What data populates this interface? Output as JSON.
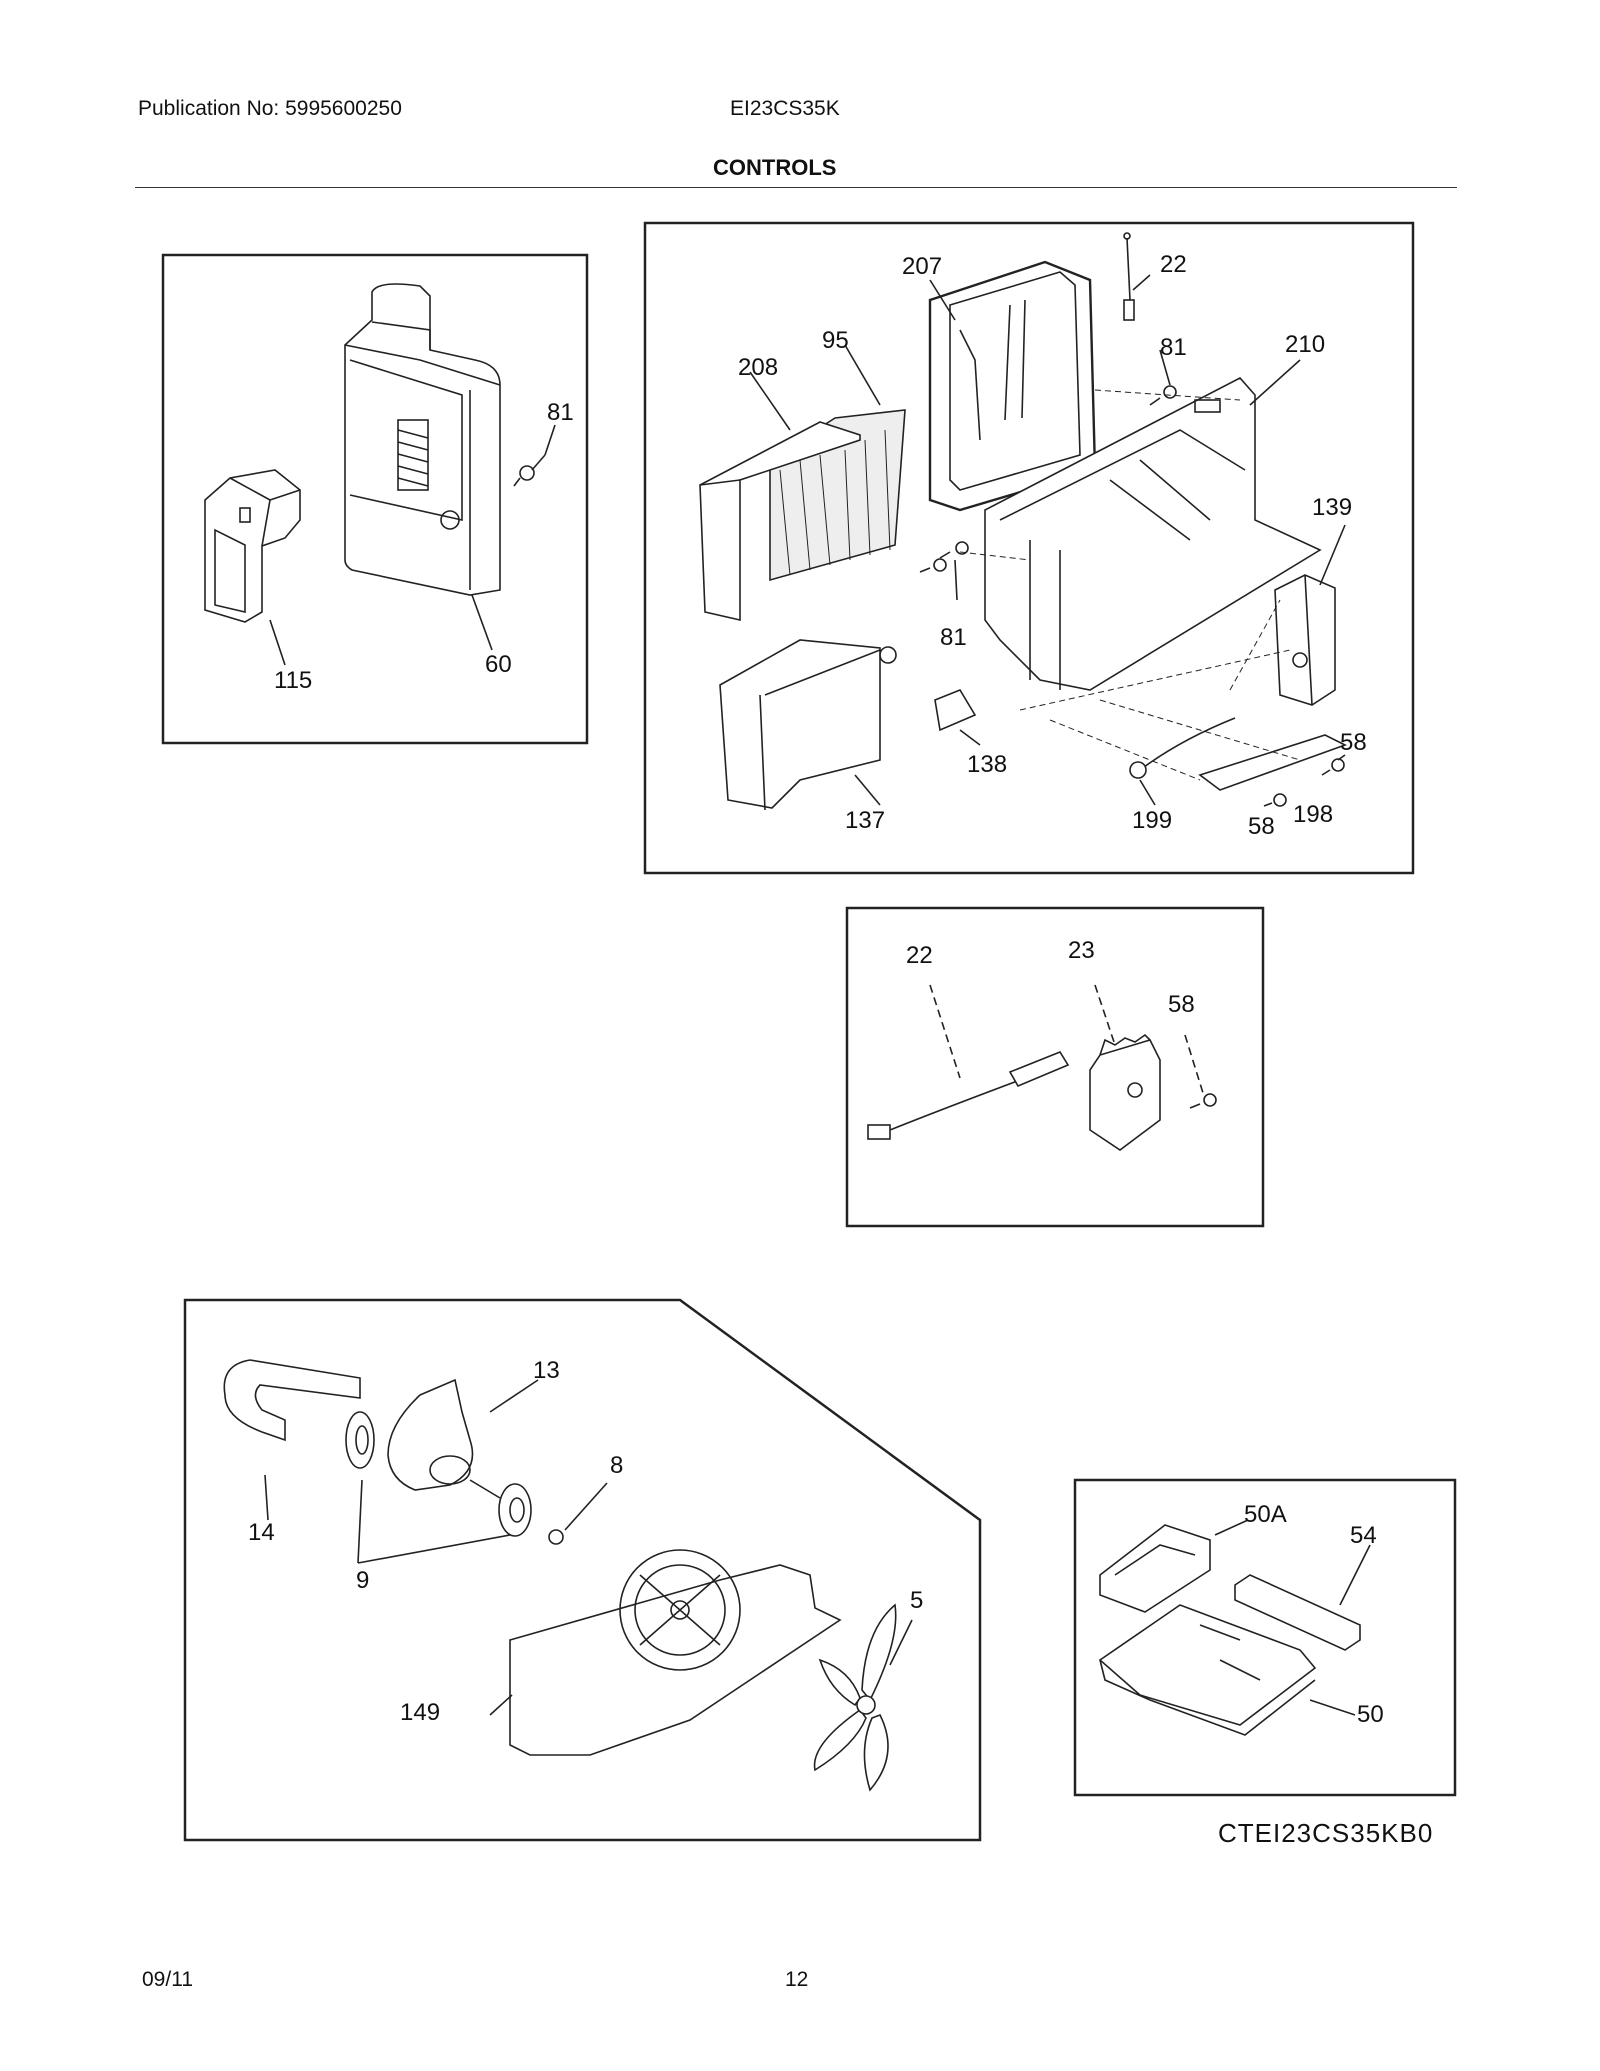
{
  "header": {
    "publication": "Publication No: 5995600250",
    "model": "EI23CS35K",
    "section_title": "CONTROLS"
  },
  "footer": {
    "date": "09/11",
    "page_number": "12"
  },
  "diagram_code": "CTEI23CS35KB0",
  "panels": {
    "panel_1": {
      "callouts": [
        "81",
        "115",
        "60"
      ]
    },
    "panel_2": {
      "callouts": [
        "207",
        "22",
        "95",
        "208",
        "81",
        "210",
        "139",
        "81",
        "137",
        "138",
        "199",
        "58",
        "58",
        "198"
      ]
    },
    "panel_3": {
      "callouts": [
        "22",
        "23",
        "58"
      ]
    },
    "panel_4": {
      "callouts": [
        "13",
        "14",
        "8",
        "9",
        "5",
        "149"
      ]
    },
    "panel_5": {
      "callouts": [
        "50A",
        "54",
        "50"
      ]
    }
  }
}
